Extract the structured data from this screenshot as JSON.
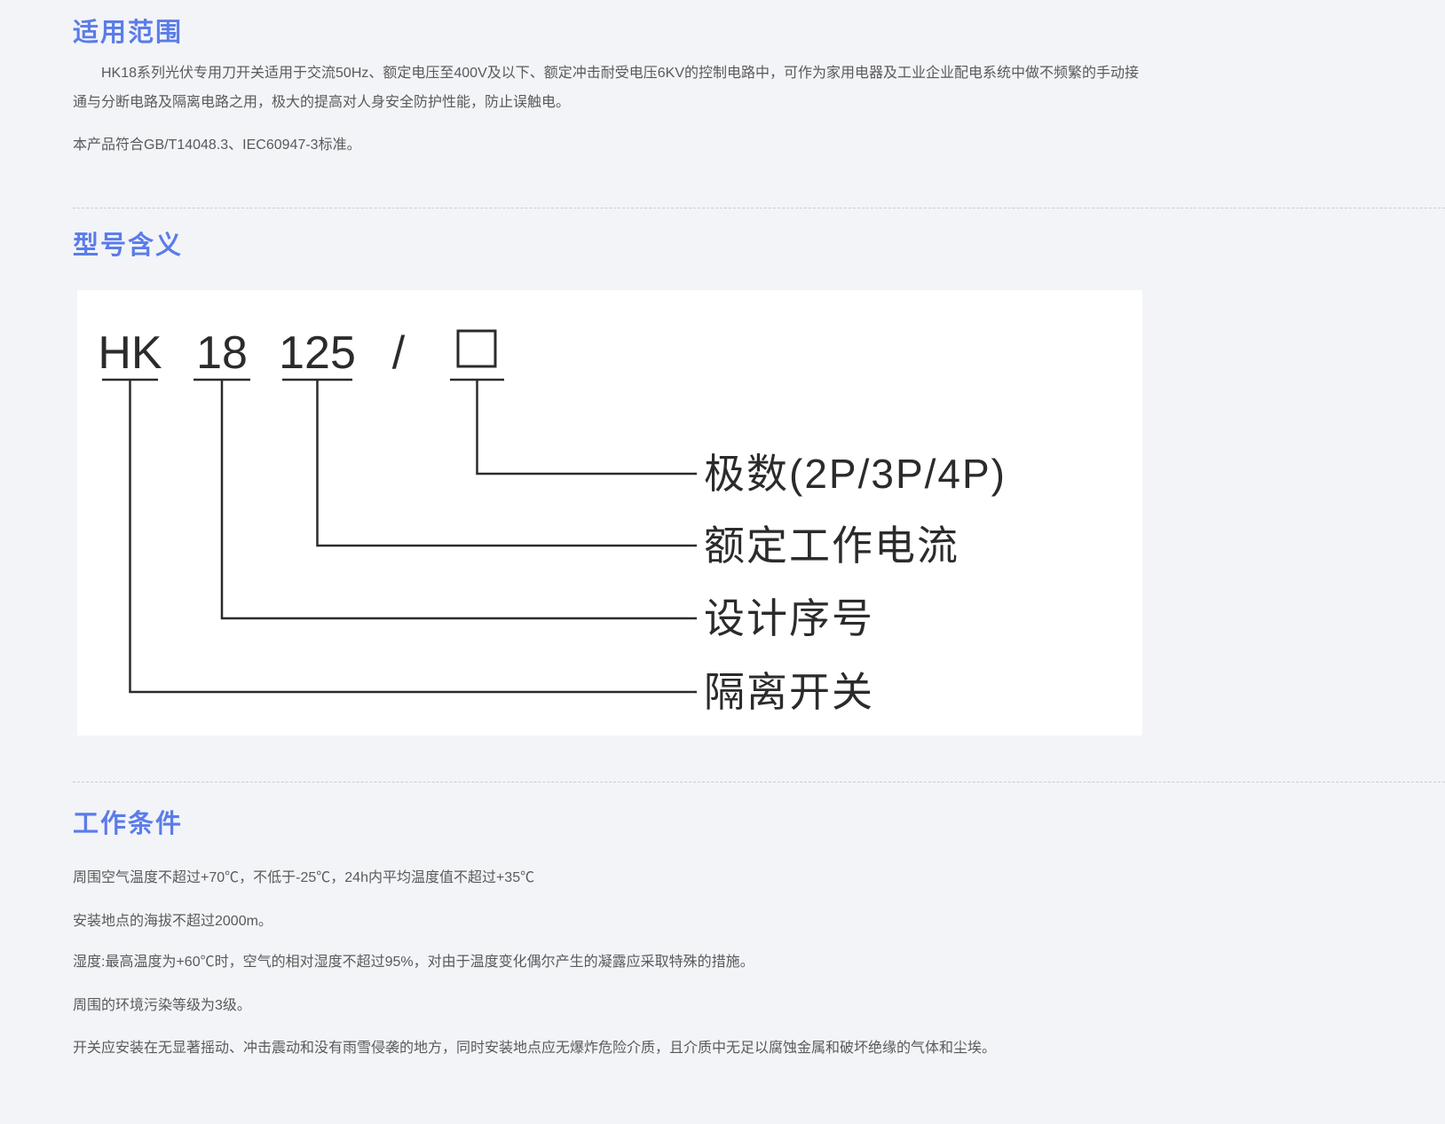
{
  "page": {
    "background_color": "#f3f4f8",
    "accent_color": "#5b7ce9",
    "body_text_color": "#5a5a5a",
    "diagram_ink_color": "#2b2b2b"
  },
  "sections": {
    "scope": {
      "title": "适用范围",
      "paragraph1": "HK18系列光伏专用刀开关适用于交流50Hz、额定电压至400V及以下、额定冲击耐受电压6KV的控制电路中，可作为家用电器及工业企业配电系统中做不频繁的手动接通与分断电路及隔离电路之用，极大的提高对人身安全防护性能，防止误触电。",
      "paragraph2": "本产品符合GB/T14048.3、IEC60947-3标准。"
    },
    "model": {
      "title": "型号含义",
      "code": {
        "brand": "HK",
        "design_no": "18",
        "current": "125",
        "slash": "/",
        "pole_placeholder": "□"
      },
      "labels": [
        "极数(2P/3P/4P)",
        "额定工作电流",
        "设计序号",
        "隔离开关"
      ]
    },
    "conditions": {
      "title": "工作条件",
      "items": [
        "周围空气温度不超过+70℃，不低于-25℃，24h内平均温度值不超过+35℃",
        "安装地点的海拔不超过2000m。",
        "湿度:最高温度为+60℃时，空气的相对湿度不超过95%，对由于温度变化偶尔产生的凝露应采取特殊的措施。",
        "周围的环境污染等级为3级。",
        "开关应安装在无显著摇动、冲击震动和没有雨雪侵袭的地方，同时安装地点应无爆炸危险介质，且介质中无足以腐蚀金属和破坏绝缘的气体和尘埃。"
      ]
    }
  }
}
